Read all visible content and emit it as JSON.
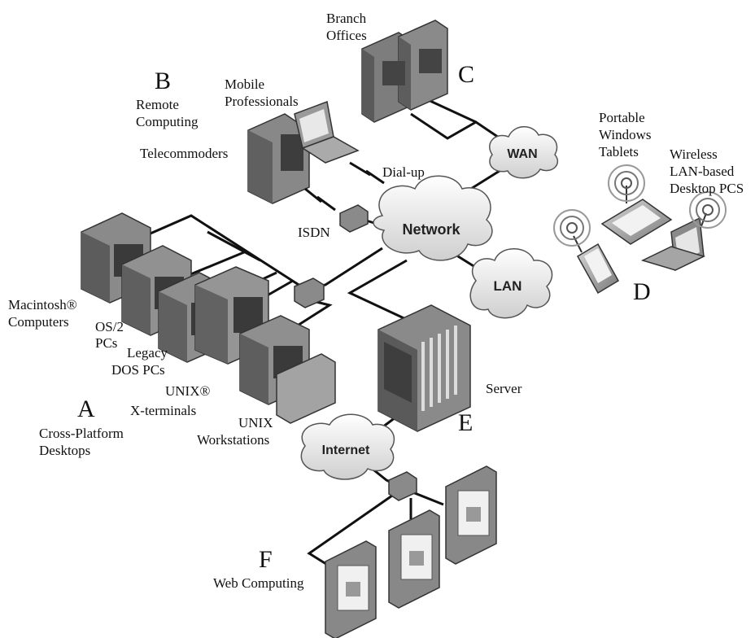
{
  "labels": {
    "branch_offices_1": "Branch",
    "branch_offices_2": "Offices",
    "letter_c": "C",
    "letter_b": "B",
    "remote_1": "Remote",
    "remote_2": "Computing",
    "mobile_1": "Mobile",
    "mobile_2": "Professionals",
    "telecommoders": "Telecommoders",
    "dialup": "Dial-up",
    "isdn": "ISDN",
    "portable_1": "Portable",
    "portable_2": "Windows",
    "portable_3": "Tablets",
    "wireless_1": "Wireless",
    "wireless_2": "LAN-based",
    "wireless_3": "Desktop PCS",
    "letter_d": "D",
    "mac_1": "Macintosh®",
    "mac_2": "Computers",
    "os2_1": "OS/2",
    "os2_2": "PCs",
    "legacy_1": "Legacy",
    "legacy_2": "DOS PCs",
    "unix_x_1": "UNIX®",
    "unix_x_2": "X-terminals",
    "unix_w_1": "UNIX",
    "unix_w_2": "Workstations",
    "letter_a": "A",
    "crossplat_1": "Cross-Platform",
    "crossplat_2": "Desktops",
    "server": "Server",
    "letter_e": "E",
    "letter_f": "F",
    "web_computing": "Web Computing"
  },
  "clouds": {
    "wan": "WAN",
    "network": "Network",
    "lan": "LAN",
    "internet": "Internet"
  }
}
